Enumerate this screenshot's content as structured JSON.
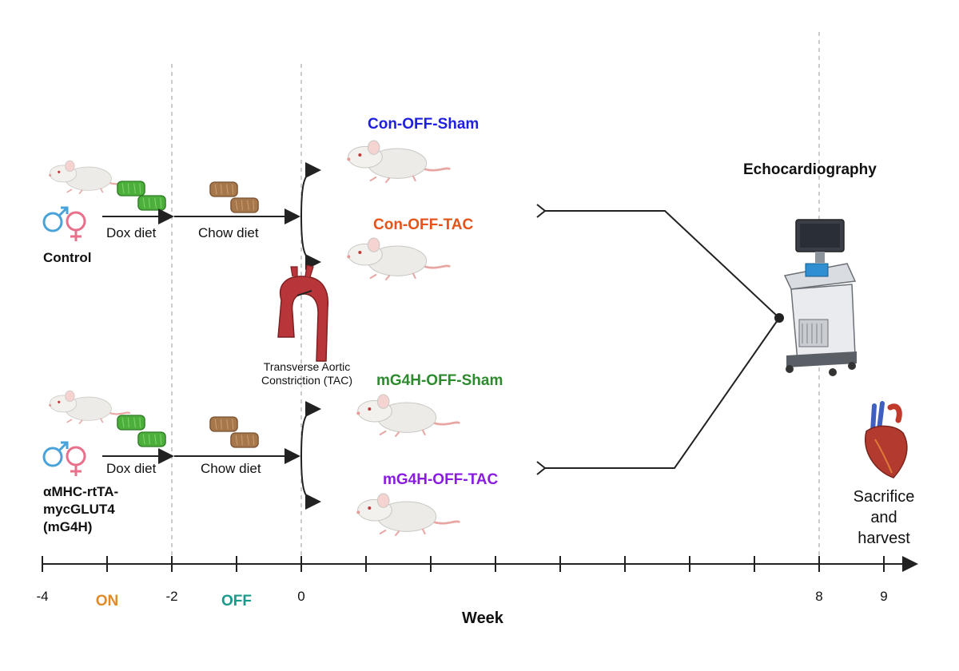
{
  "groups": {
    "control": {
      "name": "Control"
    },
    "mg4h": {
      "name_line1": "αMHC-rtTA-",
      "name_line2": "mycGLUT4",
      "name_line3": "(mG4H)"
    }
  },
  "diets": {
    "dox": "Dox diet",
    "chow": "Chow diet"
  },
  "cohorts": {
    "con_sham": {
      "label": "Con-OFF-Sham",
      "color": "#1f1fe0"
    },
    "con_tac": {
      "label": "Con-OFF-TAC",
      "color": "#e3531a"
    },
    "mg4h_sham": {
      "label": "mG4H-OFF-Sham",
      "color": "#2e8a2e"
    },
    "mg4h_tac": {
      "label": "mG4H-OFF-TAC",
      "color": "#8a1be0"
    }
  },
  "surgery": {
    "line1": "Transverse Aortic",
    "line2": "Constriction (TAC)"
  },
  "endpoints": {
    "echo": "Echocardiography",
    "sacrifice_line1": "Sacrifice",
    "sacrifice_line2": "and",
    "sacrifice_line3": "harvest"
  },
  "timeline": {
    "axis_label": "Week",
    "ticks": [
      "-4",
      "-2",
      "0",
      "8",
      "9"
    ],
    "phases": [
      {
        "label": "ON",
        "color": "#e08a2a"
      },
      {
        "label": "OFF",
        "color": "#1a9a8a"
      }
    ]
  },
  "icons": [
    "mouse-icon",
    "male-symbol-icon",
    "female-symbol-icon",
    "dox-pellet-icon",
    "chow-pellet-icon",
    "aorta-icon",
    "ultrasound-machine-icon",
    "heart-icon"
  ]
}
